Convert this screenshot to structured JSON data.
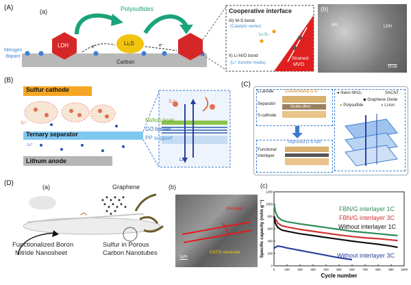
{
  "panelA": {
    "letter": "(A)",
    "sub_a": "(a)",
    "sub_b": "(b)",
    "polysulfides": "Polysulfides",
    "ldh": "LDH",
    "li2s": "Li₂S",
    "electron1": "e⁻",
    "electron2": "e⁻",
    "nitrogen": "Nitrogen",
    "dopant": "dopant",
    "carbon": "Carbon",
    "coop_title": "Cooperative interface",
    "ms_bond": "III) M-S bond",
    "catalytic": "(Catalytic center)",
    "li_sn": "Li–S–",
    "li_nvo": "II) Li-N/O bond",
    "li_transfer": "(Li⁺ transfer media)",
    "strained": "Strained",
    "mvo": "MVO",
    "tem_ng": "NG",
    "tem_ldh": "LDH",
    "scale": "10 nm"
  },
  "panelB": {
    "letter": "(B)",
    "sulfur_cathode": "Sulfur cathode",
    "ternary": "Ternary separator",
    "lithium_anode": "Lithum anode",
    "nafion": "Nafion layer",
    "go": "GO barrier",
    "pp": "PP support",
    "sx": "Sₓ²⁻",
    "sx2": "Sₓ²⁻",
    "li_plus": "Li⁺",
    "li_plus2": "Li⁺"
  },
  "panelC": {
    "letter": "(C)",
    "li_anode": "Li-anode",
    "separator": "Separator",
    "s_cathode": "S-cathode",
    "conventional": "Conventional Li-S",
    "shuttle": "Shuttle effect",
    "functional": "Functional",
    "interlayer": "interlayer",
    "improved": "Improved Li-S cell",
    "legend": [
      {
        "label": "Nano MnO₂",
        "color": "#444444"
      },
      {
        "label": "SACNT",
        "color": "#444444"
      },
      {
        "label": "Graphene Oxide",
        "color": "#6b8fd0"
      },
      {
        "label": "Polysulfide",
        "color": "#d9a200"
      },
      {
        "label": "Li-ion",
        "color": "#8a8a8a"
      }
    ]
  },
  "panelD": {
    "letter": "(D)",
    "sub_a": "(a)",
    "sub_b": "(b)",
    "sub_c": "(c)",
    "graphene": "Graphene",
    "fbn1": "Functionalized Boron",
    "fbn2": "Nitride Nanosheet",
    "sulfur1": "Sulfur in Porous",
    "sulfur2": "Carbon Nanotubes",
    "sem_interlayer": "Interlayer",
    "sem_electrode": "CNT/S electrode",
    "sem_scale": "1μm"
  },
  "chart_data": {
    "type": "line",
    "xlabel": "Cycle number",
    "ylabel": "Specific capacity (mAh g⁻¹)",
    "xlim": [
      0,
      1000
    ],
    "ylim": [
      0,
      1200
    ],
    "xticks": [
      0,
      100,
      200,
      300,
      400,
      500,
      600,
      700,
      800,
      900,
      1000
    ],
    "yticks": [
      0,
      200,
      400,
      600,
      800,
      1000,
      1200
    ],
    "grid": false,
    "series": [
      {
        "name": "FBN/G interlayer 1C",
        "color": "#2e8b57",
        "x": [
          0,
          10,
          30,
          60,
          100,
          200,
          300,
          400,
          500,
          600,
          700,
          800,
          900,
          950
        ],
        "y": [
          1000,
          880,
          790,
          740,
          715,
          680,
          650,
          620,
          590,
          560,
          540,
          520,
          500,
          490
        ]
      },
      {
        "name": "FBN/G interlayer 3C",
        "color": "#d32f2f",
        "x": [
          0,
          10,
          30,
          60,
          100,
          200,
          300,
          400,
          500,
          600,
          700,
          800,
          900,
          950
        ],
        "y": [
          800,
          760,
          690,
          650,
          630,
          590,
          560,
          530,
          500,
          475,
          455,
          440,
          420,
          410
        ]
      },
      {
        "name": "Without interlayer 1C",
        "color": "#111111",
        "x": [
          0,
          10,
          30,
          60,
          100,
          200,
          300,
          400,
          500,
          600,
          700,
          800,
          900,
          950
        ],
        "y": [
          800,
          690,
          620,
          580,
          560,
          520,
          490,
          460,
          430,
          400,
          375,
          350,
          320,
          300
        ]
      },
      {
        "name": "Without interlayer 3C",
        "color": "#2a3f9e",
        "x": [
          0,
          10,
          30,
          60,
          100,
          150,
          200,
          250,
          300,
          400,
          500,
          600
        ],
        "y": [
          280,
          300,
          320,
          310,
          290,
          270,
          250,
          230,
          210,
          170,
          130,
          100
        ]
      }
    ]
  }
}
